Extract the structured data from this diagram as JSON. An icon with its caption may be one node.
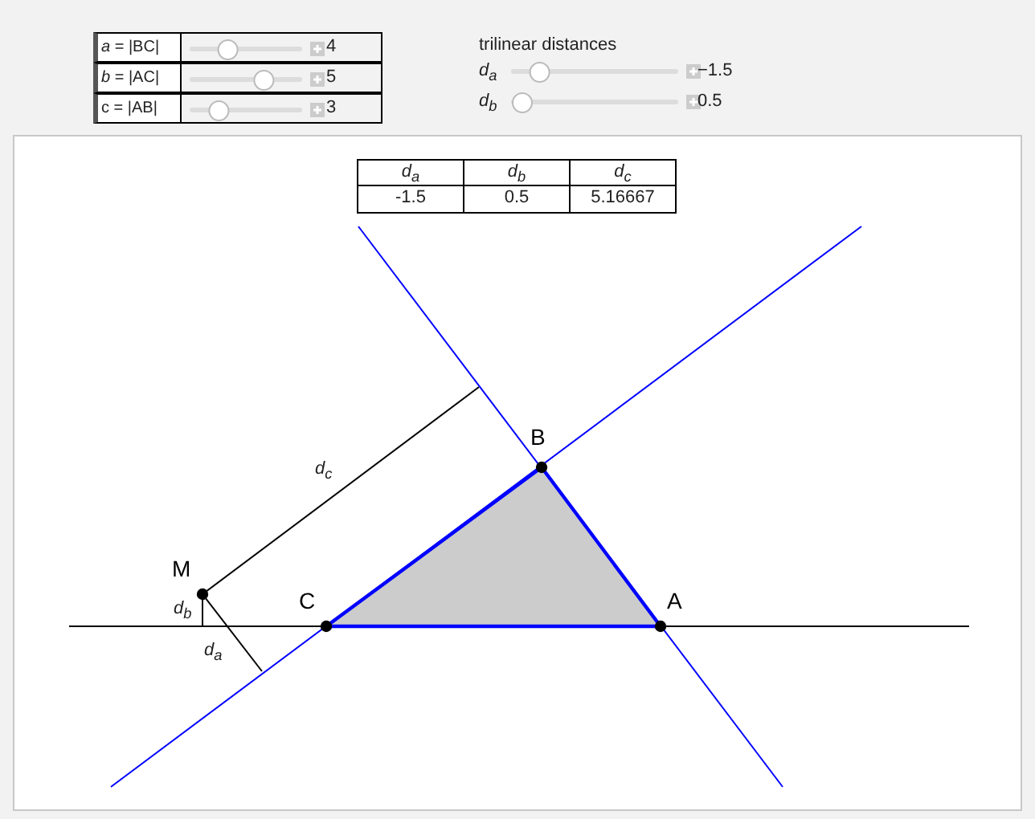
{
  "diagram": {
    "labels": [
      "*a* = |BC|",
      "4",
      "*b* = |AC|",
      "5",
      "c = |AB|",
      "3",
      "trilinear distances",
      "d$_{a}$",
      "−1.5",
      "d$_{b}$",
      "0.5",
      "d$_{a}$",
      "d$_{b}$",
      "d$_{c}$",
      "-1.5",
      "0.5",
      "5.16667",
      "B",
      "d$_{c}$",
      "M",
      "C",
      "A",
      "d$_{b}$",
      "d$_{a}$"
    ]
  }
}
